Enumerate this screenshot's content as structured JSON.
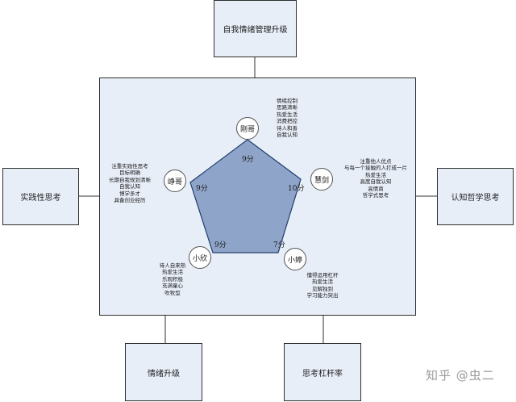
{
  "boxes": {
    "top": "自我情绪管理升级",
    "left": "实践性思考",
    "right": "认知哲学思考",
    "bottom_left": "情绪升级",
    "bottom_right": "思考杠杆率"
  },
  "nodes": {
    "top": {
      "name": "刚哥",
      "score": "9分",
      "notes": [
        "情绪控制",
        "思路清晰",
        "热爱生活",
        "消费把控",
        "待人和善",
        "自我认知"
      ]
    },
    "right": {
      "name": "慧剑",
      "score": "10分",
      "notes": [
        "注重他人优点",
        "与每一个接触的人打成一片",
        "热爱生活",
        "高度自我认知",
        "高情商",
        "哲学式思考"
      ]
    },
    "bottom_right": {
      "name": "小婷",
      "score": "7分",
      "notes": [
        "懂得运用杠杆",
        "热爱生活",
        "见解独到",
        "学习能力突出"
      ]
    },
    "bottom_left": {
      "name": "小欣",
      "score": "9分",
      "notes": [
        "待人自来熟",
        "热爱生活",
        "乐观积极",
        "充满童心",
        "吹牧型"
      ]
    },
    "left": {
      "name": "峥哥",
      "score": "9分",
      "notes": [
        "注重实践性思考",
        "目标明确",
        "长期自我规划清晰",
        "自我认知",
        "博学多才",
        "具备创业经历"
      ]
    }
  },
  "colors": {
    "panel": "#e8eef8",
    "pentagon_fill": "#8ea4c8",
    "pentagon_stroke": "#1f3f6f",
    "border": "#2f2f2f"
  },
  "watermark": "知乎 @虫二"
}
